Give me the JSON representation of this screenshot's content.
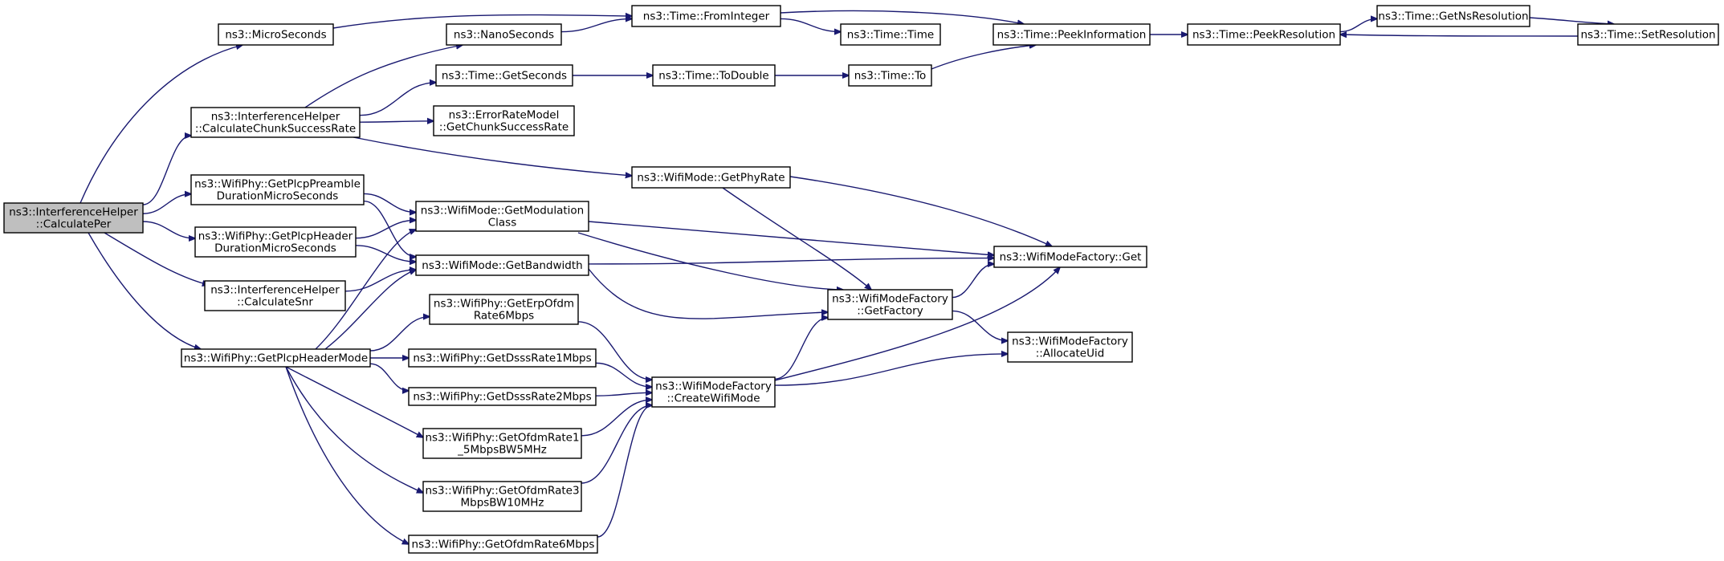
{
  "nodes": {
    "calcPer": [
      "ns3::InterferenceHelper",
      "::CalculatePer"
    ],
    "microSeconds": [
      "ns3::MicroSeconds"
    ],
    "calcChunk": [
      "ns3::InterferenceHelper",
      "::CalculateChunkSuccessRate"
    ],
    "preambleDur": [
      "ns3::WifiPhy::GetPlcpPreamble",
      "DurationMicroSeconds"
    ],
    "headerDur": [
      "ns3::WifiPhy::GetPlcpHeader",
      "DurationMicroSeconds"
    ],
    "calcSnr": [
      "ns3::InterferenceHelper",
      "::CalculateSnr"
    ],
    "headerMode": [
      "ns3::WifiPhy::GetPlcpHeaderMode"
    ],
    "nanoSeconds": [
      "ns3::NanoSeconds"
    ],
    "getSeconds": [
      "ns3::Time::GetSeconds"
    ],
    "errorRate": [
      "ns3::ErrorRateModel",
      "::GetChunkSuccessRate"
    ],
    "getModClass": [
      "ns3::WifiMode::GetModulation",
      "Class"
    ],
    "getBandwidth": [
      "ns3::WifiMode::GetBandwidth"
    ],
    "erpOfdm": [
      "ns3::WifiPhy::GetErpOfdm",
      "Rate6Mbps"
    ],
    "dsss1": [
      "ns3::WifiPhy::GetDsssRate1Mbps"
    ],
    "dsss2": [
      "ns3::WifiPhy::GetDsssRate2Mbps"
    ],
    "ofdm15": [
      "ns3::WifiPhy::GetOfdmRate1",
      "_5MbpsBW5MHz"
    ],
    "ofdm3": [
      "ns3::WifiPhy::GetOfdmRate3",
      "MbpsBW10MHz"
    ],
    "ofdm6": [
      "ns3::WifiPhy::GetOfdmRate6Mbps"
    ],
    "fromInteger": [
      "ns3::Time::FromInteger"
    ],
    "timeTime": [
      "ns3::Time::Time"
    ],
    "toDouble": [
      "ns3::Time::ToDouble"
    ],
    "getPhyRate": [
      "ns3::WifiMode::GetPhyRate"
    ],
    "createWifiMode": [
      "ns3::WifiModeFactory",
      "::CreateWifiMode"
    ],
    "timeTo": [
      "ns3::Time::To"
    ],
    "getFactory": [
      "ns3::WifiModeFactory",
      "::GetFactory"
    ],
    "peekInfo": [
      "ns3::Time::PeekInformation"
    ],
    "factoryGet": [
      "ns3::WifiModeFactory::Get"
    ],
    "allocUid": [
      "ns3::WifiModeFactory",
      "::AllocateUid"
    ],
    "peekRes": [
      "ns3::Time::PeekResolution"
    ],
    "getNsRes": [
      "ns3::Time::GetNsResolution"
    ],
    "setRes": [
      "ns3::Time::SetResolution"
    ]
  },
  "root": "calcPer",
  "edges": [
    [
      "calcPer",
      "microSeconds"
    ],
    [
      "calcPer",
      "calcChunk"
    ],
    [
      "calcPer",
      "preambleDur"
    ],
    [
      "calcPer",
      "headerDur"
    ],
    [
      "calcPer",
      "calcSnr"
    ],
    [
      "calcPer",
      "headerMode"
    ],
    [
      "microSeconds",
      "fromInteger"
    ],
    [
      "calcChunk",
      "nanoSeconds"
    ],
    [
      "calcChunk",
      "getSeconds"
    ],
    [
      "calcChunk",
      "errorRate"
    ],
    [
      "calcChunk",
      "getPhyRate"
    ],
    [
      "preambleDur",
      "getModClass"
    ],
    [
      "preambleDur",
      "getBandwidth"
    ],
    [
      "headerDur",
      "getModClass"
    ],
    [
      "headerDur",
      "getBandwidth"
    ],
    [
      "calcSnr",
      "getBandwidth"
    ],
    [
      "headerMode",
      "getModClass"
    ],
    [
      "headerMode",
      "getBandwidth"
    ],
    [
      "headerMode",
      "erpOfdm"
    ],
    [
      "headerMode",
      "dsss1"
    ],
    [
      "headerMode",
      "dsss2"
    ],
    [
      "headerMode",
      "ofdm15"
    ],
    [
      "headerMode",
      "ofdm3"
    ],
    [
      "headerMode",
      "ofdm6"
    ],
    [
      "nanoSeconds",
      "fromInteger"
    ],
    [
      "getSeconds",
      "toDouble"
    ],
    [
      "getModClass",
      "factoryGet"
    ],
    [
      "getModClass",
      "getFactory"
    ],
    [
      "getBandwidth",
      "factoryGet"
    ],
    [
      "getBandwidth",
      "getFactory"
    ],
    [
      "erpOfdm",
      "createWifiMode"
    ],
    [
      "dsss1",
      "createWifiMode"
    ],
    [
      "dsss2",
      "createWifiMode"
    ],
    [
      "ofdm15",
      "createWifiMode"
    ],
    [
      "ofdm3",
      "createWifiMode"
    ],
    [
      "ofdm6",
      "createWifiMode"
    ],
    [
      "fromInteger",
      "timeTime"
    ],
    [
      "fromInteger",
      "peekInfo"
    ],
    [
      "toDouble",
      "timeTo"
    ],
    [
      "getPhyRate",
      "factoryGet"
    ],
    [
      "getPhyRate",
      "getFactory"
    ],
    [
      "createWifiMode",
      "getFactory"
    ],
    [
      "createWifiMode",
      "factoryGet"
    ],
    [
      "createWifiMode",
      "allocUid"
    ],
    [
      "timeTo",
      "peekInfo"
    ],
    [
      "getFactory",
      "factoryGet"
    ],
    [
      "getFactory",
      "allocUid"
    ],
    [
      "peekInfo",
      "peekRes"
    ],
    [
      "peekRes",
      "getNsRes"
    ],
    [
      "getNsRes",
      "setRes"
    ],
    [
      "setRes",
      "peekRes"
    ]
  ]
}
